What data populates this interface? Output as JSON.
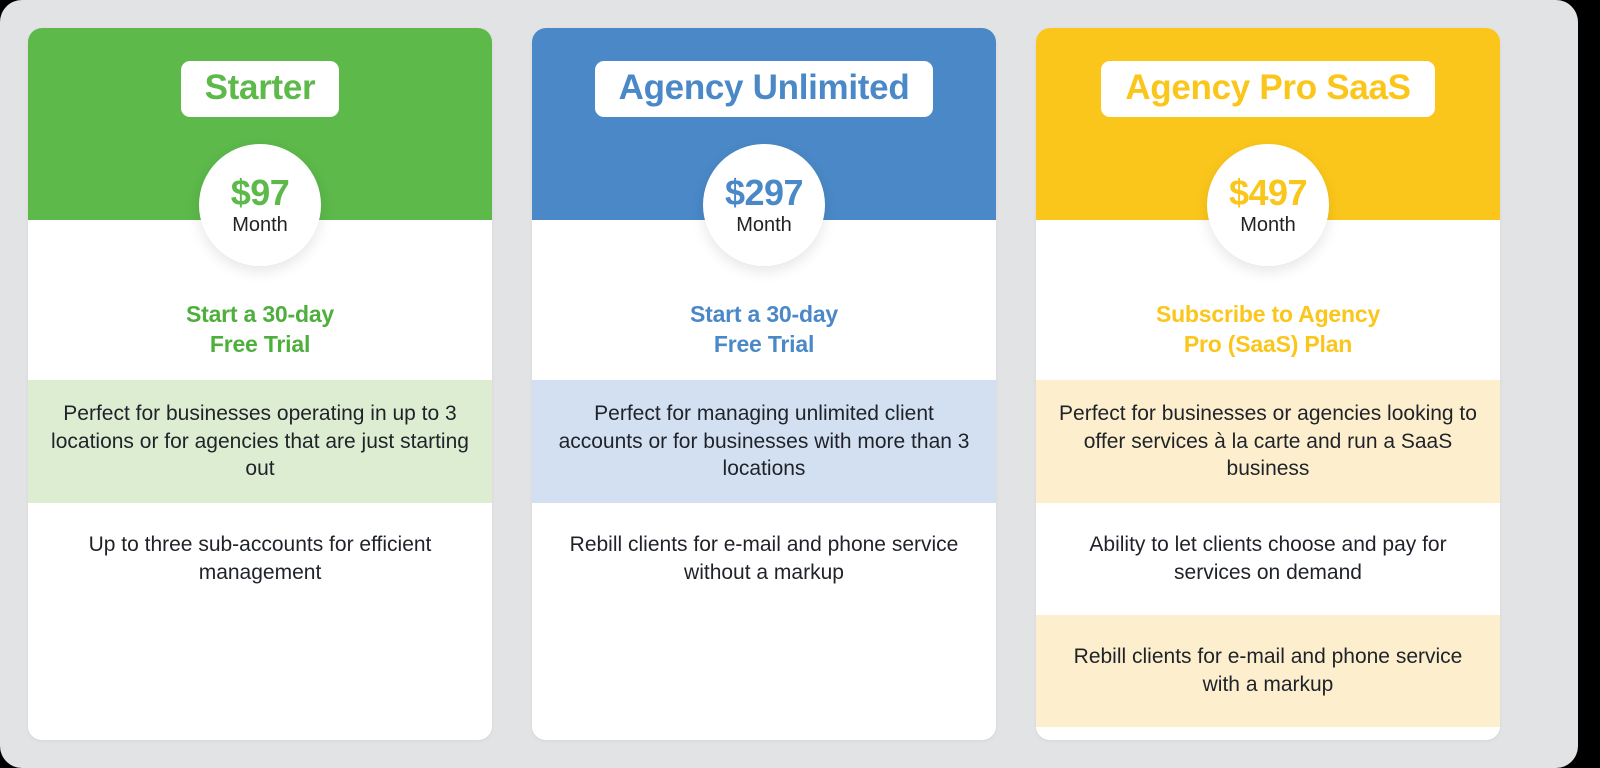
{
  "theme": {
    "page_background": "#E2E3E5",
    "card_background": "#FFFFFF",
    "outer_background": "#000000"
  },
  "plans": [
    {
      "id": "starter",
      "accent": "#5CB94A",
      "tint": "#DDEDD2",
      "name": "Starter",
      "price": "$97",
      "period": "Month",
      "cta_line1": "Start a 30-day",
      "cta_line2": "Free Trial",
      "features": [
        {
          "text": "Perfect for businesses operating in up to 3 locations or for agencies that are just starting out",
          "tinted": true
        },
        {
          "text": "Up to three sub-accounts for efficient management",
          "tinted": false
        }
      ]
    },
    {
      "id": "agency",
      "accent": "#4A88C7",
      "tint": "#D3E0F2",
      "name": "Agency Unlimited",
      "price": "$297",
      "period": "Month",
      "cta_line1": "Start a 30-day",
      "cta_line2": "Free Trial",
      "features": [
        {
          "text": "Perfect for managing unlimited client accounts or for businesses with more than 3 locations",
          "tinted": true
        },
        {
          "text": "Rebill clients for e-mail and phone service without a markup",
          "tinted": false
        }
      ]
    },
    {
      "id": "saas",
      "accent": "#FBC61B",
      "tint": "#FDEFCE",
      "name": "Agency Pro SaaS",
      "price": "$497",
      "period": "Month",
      "cta_line1": "Subscribe to Agency",
      "cta_line2": "Pro (SaaS) Plan",
      "features": [
        {
          "text": "Perfect for businesses or agencies looking to offer services à la carte and run a SaaS business",
          "tinted": true
        },
        {
          "text": "Ability to let clients choose and pay for services on demand",
          "tinted": false
        },
        {
          "text": "Rebill clients for e-mail and phone service with a markup",
          "tinted": true
        }
      ]
    }
  ]
}
